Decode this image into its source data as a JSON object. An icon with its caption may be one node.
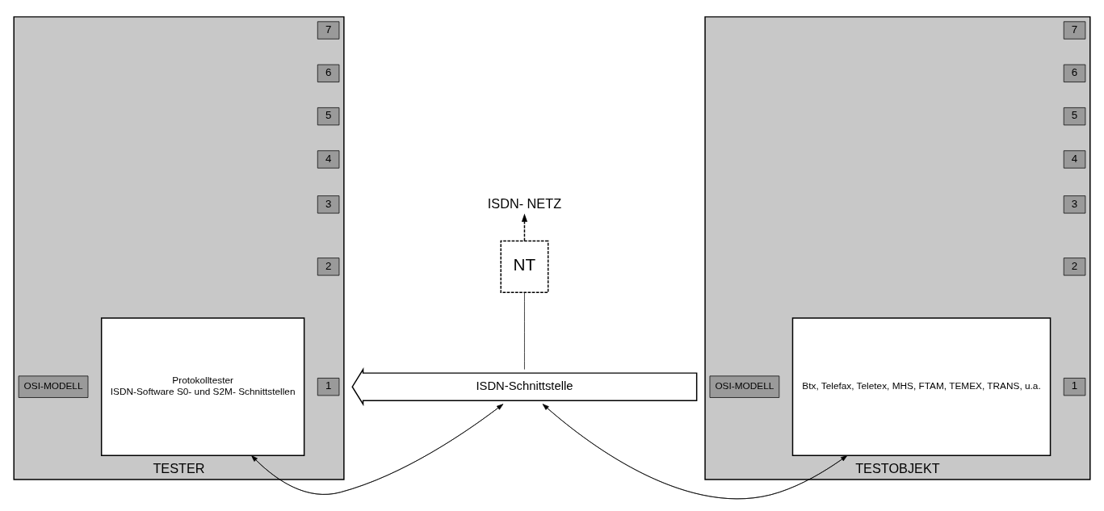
{
  "diagram": {
    "nodes": [
      {
        "text": [
          "TESTER"
        ]
      },
      {
        "text": [
          "7"
        ],
        "in": 0
      },
      {
        "text": [
          "6"
        ],
        "in": 0
      },
      {
        "text": [
          "5"
        ],
        "in": 0
      },
      {
        "text": [
          "4"
        ],
        "in": 0
      },
      {
        "text": [
          "3"
        ],
        "in": 0
      },
      {
        "text": [
          "2"
        ],
        "in": 0
      },
      {
        "text": [
          "1"
        ],
        "in": 0
      },
      {
        "text": [
          "Protokolltester",
          "ISDN-Software S0- und S2M- Schnittstellen"
        ],
        "in": 0
      },
      {
        "text": [
          "OSI-MODELL"
        ],
        "in": 0
      },
      {
        "text": [
          "ISDN- NETZ"
        ]
      },
      {
        "text": [
          "NT"
        ]
      },
      {
        "text": [
          "TESTOBJEKT"
        ]
      },
      {
        "text": [
          "7"
        ],
        "in": 12
      },
      {
        "text": [
          "6"
        ],
        "in": 12
      },
      {
        "text": [
          "5"
        ],
        "in": 12
      },
      {
        "text": [
          "4"
        ],
        "in": 12
      },
      {
        "text": [
          "3"
        ],
        "in": 12
      },
      {
        "text": [
          "2"
        ],
        "in": 12
      },
      {
        "text": [
          "1"
        ],
        "in": 12
      },
      {
        "text": [
          "Btx, Telefax, Teletex, MHS, FTAM, TEMEX, TRANS, u.a."
        ],
        "in": 12
      },
      {
        "text": [
          "OSI-MODELL"
        ],
        "in": 12
      },
      {
        "text": [
          "ISDN-Schnittstelle"
        ]
      }
    ],
    "edges": [
      {
        "from": 11,
        "to": 10,
        "arrow": "to",
        "style": "dashed"
      },
      {
        "from": 22,
        "to": 8,
        "arrow": "to"
      },
      {
        "from": 8,
        "to": 22,
        "arrow": "to"
      },
      {
        "from": 22,
        "to": 20,
        "arrow": "to"
      },
      {
        "from": 20,
        "to": 22,
        "arrow": "to"
      },
      {
        "from": 11,
        "to": 22,
        "arrow": "none"
      }
    ]
  }
}
